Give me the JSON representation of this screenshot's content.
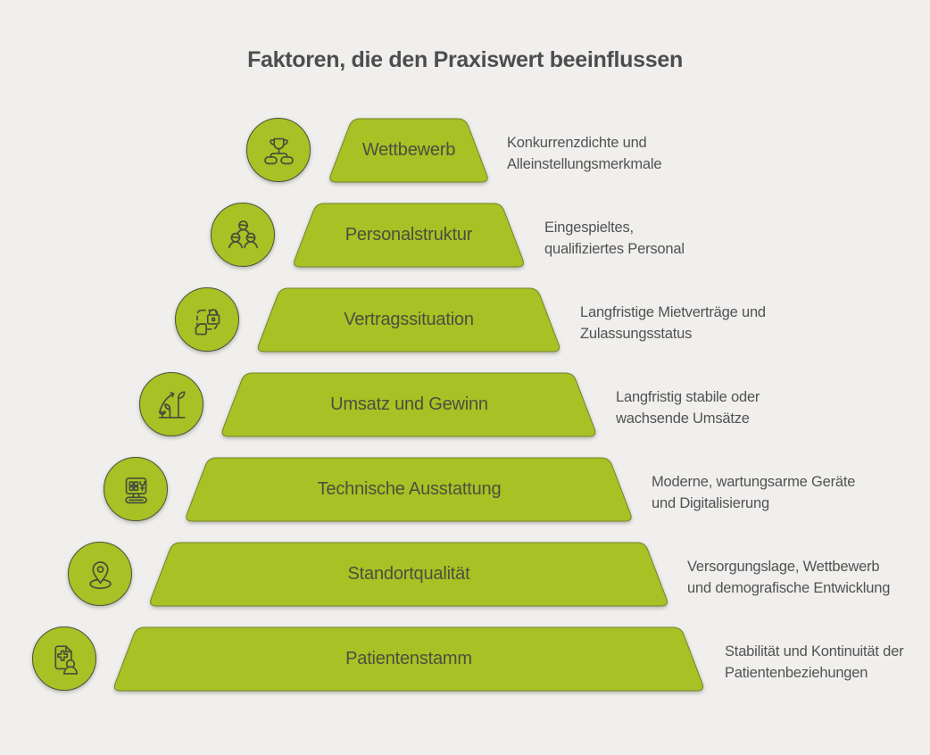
{
  "title": "Faktoren, die den Praxiswert beeinflussen",
  "colors": {
    "background": "#f0efed",
    "green": "#a8c124",
    "segment_border": "#76832c",
    "circle_border": "#49523e",
    "icon_stroke": "#454e3a",
    "title_text": "#4d4d4d",
    "label_text": "#4a5040",
    "description_text": "#525252"
  },
  "levels": [
    {
      "label": "Wettbewerb",
      "icon": "trophy-hierarchy-icon",
      "description": [
        "Konkurrenzdichte und",
        "Alleinstellungsmerkmale"
      ]
    },
    {
      "label": "Personalstruktur",
      "icon": "team-icon",
      "description": [
        "Eingespieltes,",
        "qualifiziertes Personal"
      ]
    },
    {
      "label": "Vertragssituation",
      "icon": "contract-lock-icon",
      "description": [
        "Langfristige Mietverträge und",
        "Zulassungsstatus"
      ]
    },
    {
      "label": "Umsatz und Gewinn",
      "icon": "growth-plant-icon",
      "description": [
        "Langfristig stabile oder",
        "wachsende Umsätze"
      ]
    },
    {
      "label": "Technische Ausstattung",
      "icon": "medical-device-icon",
      "description": [
        "Moderne, wartungsarme Geräte",
        "und Digitalisierung"
      ]
    },
    {
      "label": "Standortqualität",
      "icon": "location-pin-icon",
      "description": [
        "Versorgungslage, Wettbewerb",
        "und demografische Entwicklung"
      ]
    },
    {
      "label": "Patientenstamm",
      "icon": "patient-file-icon",
      "description": [
        "Stabilität und Kontinuität der",
        "Patientenbeziehungen"
      ]
    }
  ]
}
